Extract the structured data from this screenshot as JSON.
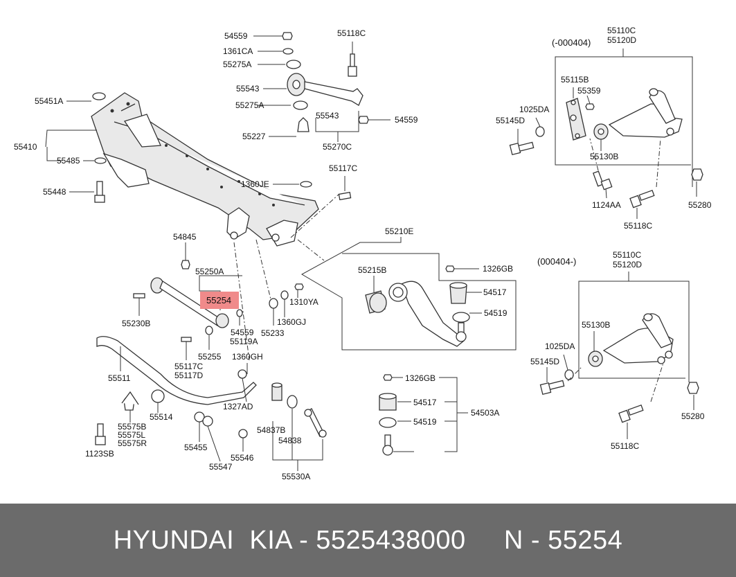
{
  "callouts": {
    "55559_top": "54559",
    "c1361CA": "1361CA",
    "c55275A_top": "55275A",
    "c55543_top": "55543",
    "c55275A_bot": "55275A",
    "c55227": "55227",
    "c55118C_top": "55118C",
    "c55543_mid": "55543",
    "c54559_right": "54559",
    "c55270C": "55270C",
    "c55451A": "55451A",
    "c55410": "55410",
    "c55485": "55485",
    "c55448": "55448",
    "c1360JE": "1360JE",
    "c55117C_mid": "55117C",
    "c54845": "54845",
    "c55250A": "55250A",
    "c55254": "55254",
    "c55230B": "55230B",
    "c54559_low": "54559",
    "c55119A": "55119A",
    "c55233": "55233",
    "c1360GJ": "1360GJ",
    "c1310YA": "1310YA",
    "c55210E": "55210E",
    "c55215B": "55215B",
    "c1326GB_a": "1326GB",
    "c54517_a": "54517",
    "c54519_a": "54519",
    "c55117C_low": "55117C",
    "c55117D": "55117D",
    "c55255": "55255",
    "c1360GH": "1360GH",
    "c55511": "55511",
    "c1327AD": "1327AD",
    "c55514": "55514",
    "c55575B": "55575B",
    "c55575L": "55575L",
    "c55575R": "55575R",
    "c1123SB": "1123SB",
    "c55455": "55455",
    "c55547": "55547",
    "c55546": "55546",
    "c54837B": "54837B",
    "c54838": "54838",
    "c55530A": "55530A",
    "c1326GB_b": "1326GB",
    "c54517_b": "54517",
    "c54519_b": "54519",
    "c54503A": "54503A",
    "r1_range": "(-000404)",
    "r1_55110C": "55110C",
    "r1_55120D": "55120D",
    "r1_55115B": "55115B",
    "r1_55359": "55359",
    "r1_1025DA": "1025DA",
    "r1_55145D": "55145D",
    "r1_55130B": "55130B",
    "r1_1124AA": "1124AA",
    "r1_55118C": "55118C",
    "r1_55280": "55280",
    "r2_range": "(000404-)",
    "r2_55110C": "55110C",
    "r2_55120D": "55120D",
    "r2_55130B": "55130B",
    "r2_1025DA": "1025DA",
    "r2_55145D": "55145D",
    "r2_55280": "55280",
    "r2_55118C": "55118C"
  },
  "highlight_color": "#f08a8a",
  "banner": {
    "text": "HYUNDAI  KIA - 5525438000     N - 55254"
  }
}
